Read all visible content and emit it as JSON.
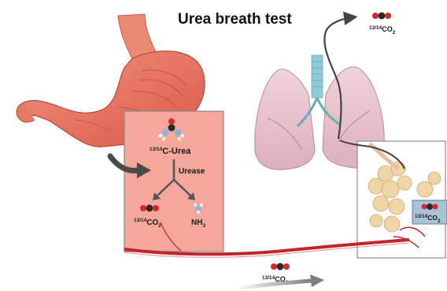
{
  "title": "Urea breath test",
  "labels": {
    "urea_sup": "13/14",
    "urea_main": "C-Urea",
    "urease": "Urease",
    "co2_sup": "13/14",
    "co2_main": "CO",
    "co2_sub": "2",
    "nh3_main": "NH",
    "nh3_sub": "3"
  },
  "colors": {
    "stomach": "#e8735f",
    "stomach_dark": "#c94a3a",
    "pink_box": "#f4a79a",
    "box_border": "#8a8a8a",
    "lung": "#e7c3cc",
    "lung_dark": "#c99aa8",
    "trachea": "#8fcad9",
    "blood": "#c0252b",
    "alveoli": "#f0d6a6",
    "co2_box": "#a7c3d6",
    "arrow_gray": "#555555"
  },
  "icons": [
    "urea-molecule-icon",
    "co2-molecule-icon",
    "nh3-molecule-icon",
    "curved-arrow-icon"
  ]
}
